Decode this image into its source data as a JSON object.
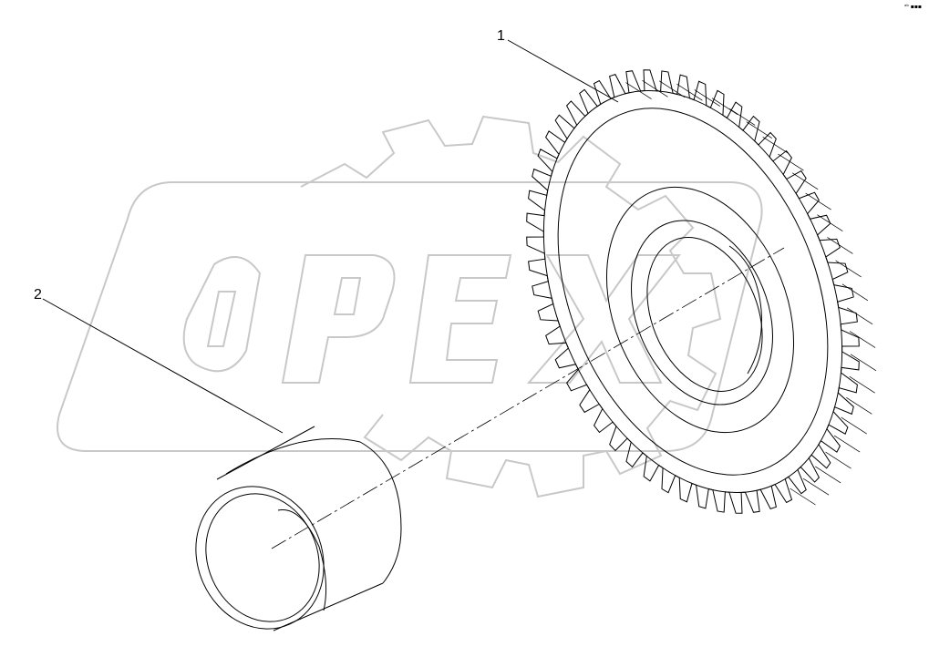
{
  "callouts": [
    {
      "label": "1",
      "part": "helical-gear"
    },
    {
      "label": "2",
      "part": "bushing"
    }
  ],
  "watermark": {
    "text": "OPEX",
    "color": "#c8c8c8"
  },
  "corner_mark": "ᵃᵇ ▪▪▪",
  "colors": {
    "line": "#000000",
    "watermark": "#c8c8c8",
    "background": "#ffffff"
  }
}
